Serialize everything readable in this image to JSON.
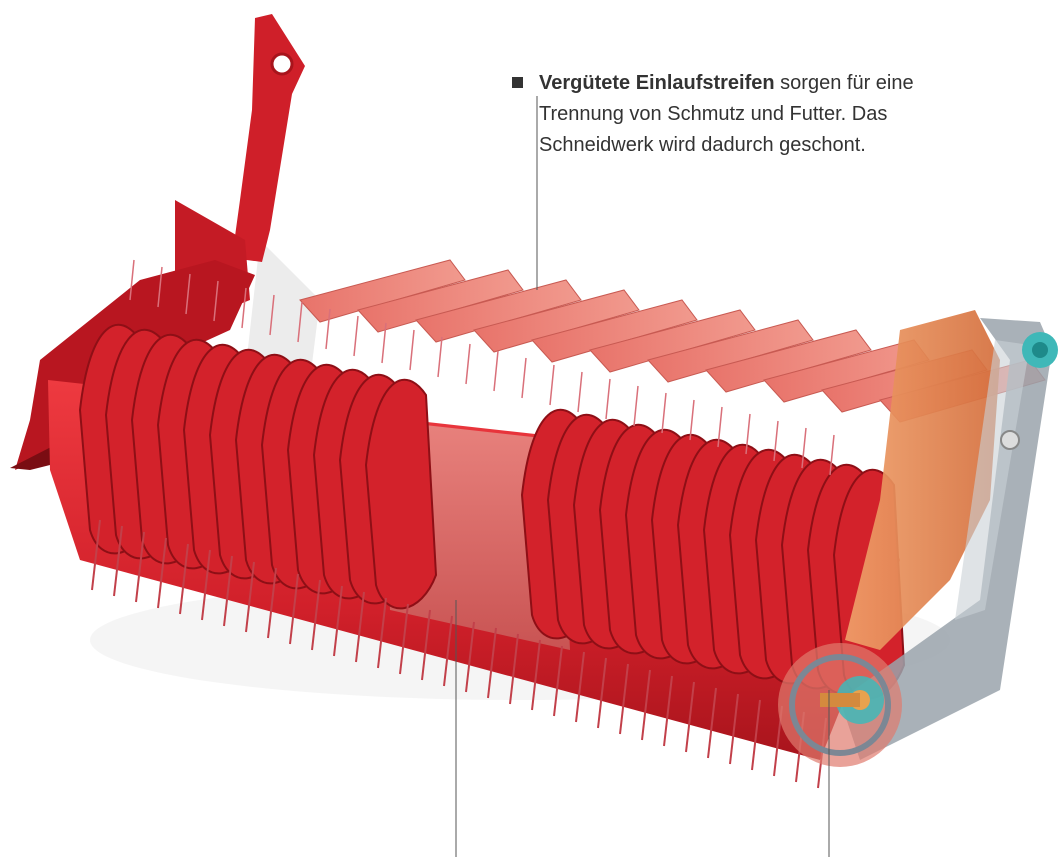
{
  "caption": {
    "bold": "Vergütete Einlaufstreifen",
    "line1_rest": " sorgen für eine",
    "line2": "Trennung von Schmutz und Futter. Das",
    "line3": "Schneidwerk wird dadurch geschont."
  },
  "colors": {
    "machine_red": "#d6232c",
    "machine_dark_red": "#9e1018",
    "strip_salmon": "#e57a70",
    "drive_orange": "#e0804a",
    "drive_grey": "#9aa3ab",
    "hub_teal": "#3fb8b8",
    "text": "#333333"
  },
  "icons": [
    "bullet-square-icon"
  ]
}
